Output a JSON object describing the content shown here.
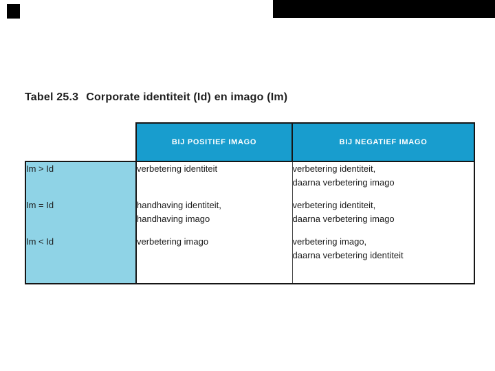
{
  "page": {
    "background_color": "#ffffff",
    "decorations": {
      "top_left_square_color": "#000000",
      "top_right_bar_color": "#000000"
    }
  },
  "title": {
    "label": "Tabel 25.3",
    "text": "Corporate identiteit (Id) en imago (Im)"
  },
  "table": {
    "colors": {
      "header_bg": "#189DCE",
      "header_text": "#ffffff",
      "row_label_bg": "#8FD3E6",
      "border": "#161616",
      "body_text": "#1b1b1b"
    },
    "header": {
      "columns": [
        "BIJ POSITIEF IMAGO",
        "BIJ NEGATIEF IMAGO"
      ]
    },
    "rows": [
      {
        "label": "Im > Id",
        "positief": "verbetering identiteit",
        "negatief": "verbetering identiteit,\ndaarna verbetering imago"
      },
      {
        "label": "Im = Id",
        "positief": "handhaving identiteit,\nhandhaving imago",
        "negatief": "verbetering identiteit,\ndaarna verbetering imago"
      },
      {
        "label": "Im < Id",
        "positief": "verbetering imago",
        "negatief": "verbetering imago,\ndaarna verbetering identiteit"
      }
    ]
  }
}
